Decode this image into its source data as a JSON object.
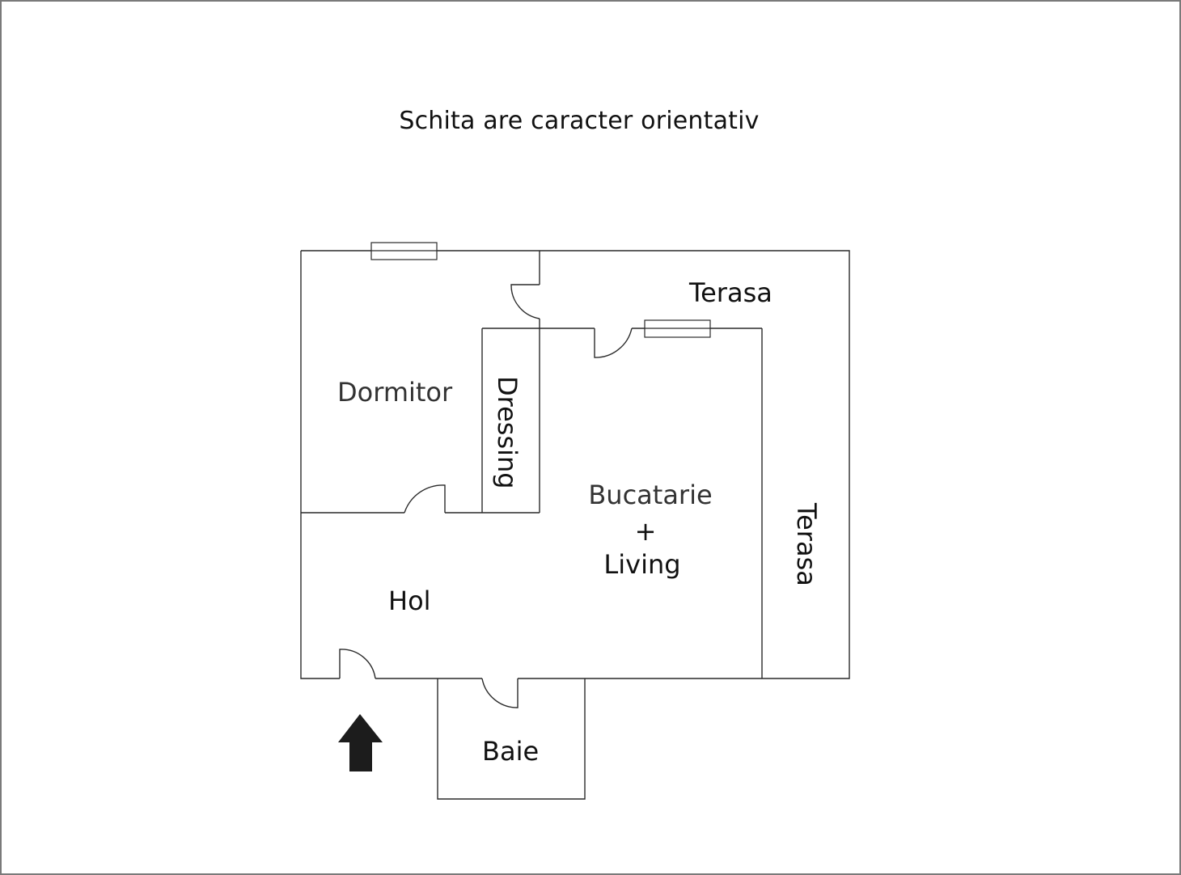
{
  "caption": "Schita are caracter orientativ",
  "rooms": {
    "terasa_top": "Terasa",
    "dormitor": "Dormitor",
    "dressing": "Dressing",
    "bucatarie_line1": "Bucatarie",
    "bucatarie_plus": "+",
    "bucatarie_line2": "Living",
    "terasa_side": "Terasa",
    "hol": "Hol",
    "baie": "Baie"
  },
  "icons": {
    "entrance": "entrance-arrow-icon"
  },
  "colors": {
    "line": "#2a2a2a",
    "text": "#111111",
    "arrow": "#1c1c1c"
  }
}
